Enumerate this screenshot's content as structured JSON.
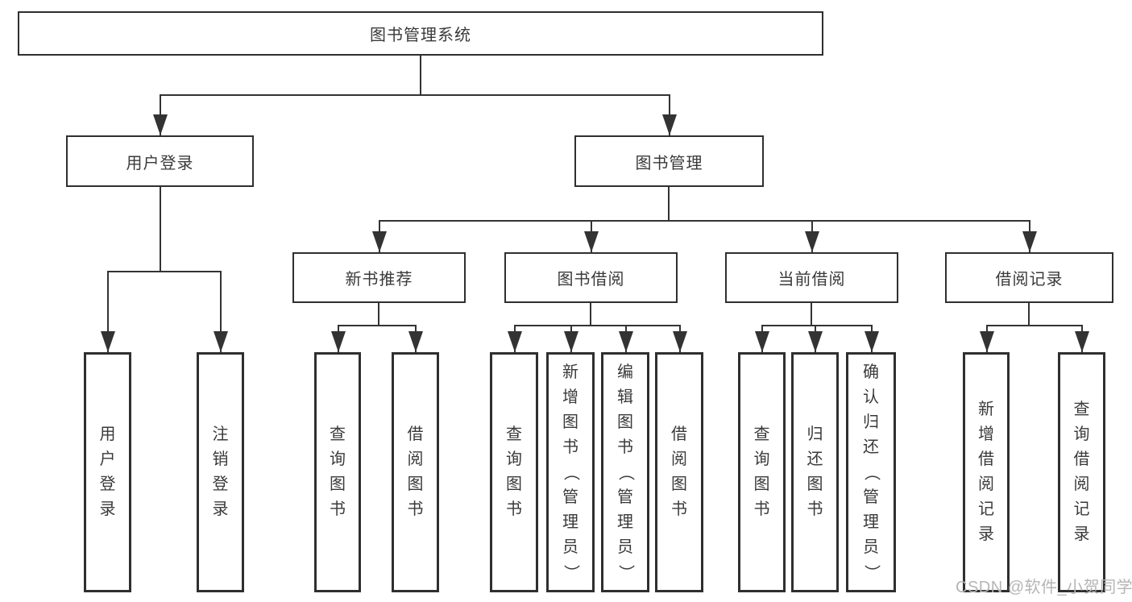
{
  "diagram_type": "hierarchy-tree",
  "colors": {
    "line": "#333333",
    "box_border": "#2f2f2f",
    "text": "#3a3a3a",
    "background": "#ffffff",
    "watermark": "#b5b5b5"
  },
  "tree": {
    "label": "图书管理系统",
    "children": [
      {
        "label": "用户登录",
        "children": [
          {
            "label": "用户登录"
          },
          {
            "label": "注销登录"
          }
        ]
      },
      {
        "label": "图书管理",
        "children": [
          {
            "label": "新书推荐",
            "children": [
              {
                "label": "查询图书"
              },
              {
                "label": "借阅图书"
              }
            ]
          },
          {
            "label": "图书借阅",
            "children": [
              {
                "label": "查询图书"
              },
              {
                "label": "新增图书（管理员）"
              },
              {
                "label": "编辑图书（管理员）"
              },
              {
                "label": "借阅图书"
              }
            ]
          },
          {
            "label": "当前借阅",
            "children": [
              {
                "label": "查询图书"
              },
              {
                "label": "归还图书"
              },
              {
                "label": "确认归还（管理员）"
              }
            ]
          },
          {
            "label": "借阅记录",
            "children": [
              {
                "label": "新增借阅记录"
              },
              {
                "label": "查询借阅记录"
              }
            ]
          }
        ]
      }
    ]
  },
  "watermark": {
    "text": "CSDN @软件_小贺同学"
  }
}
